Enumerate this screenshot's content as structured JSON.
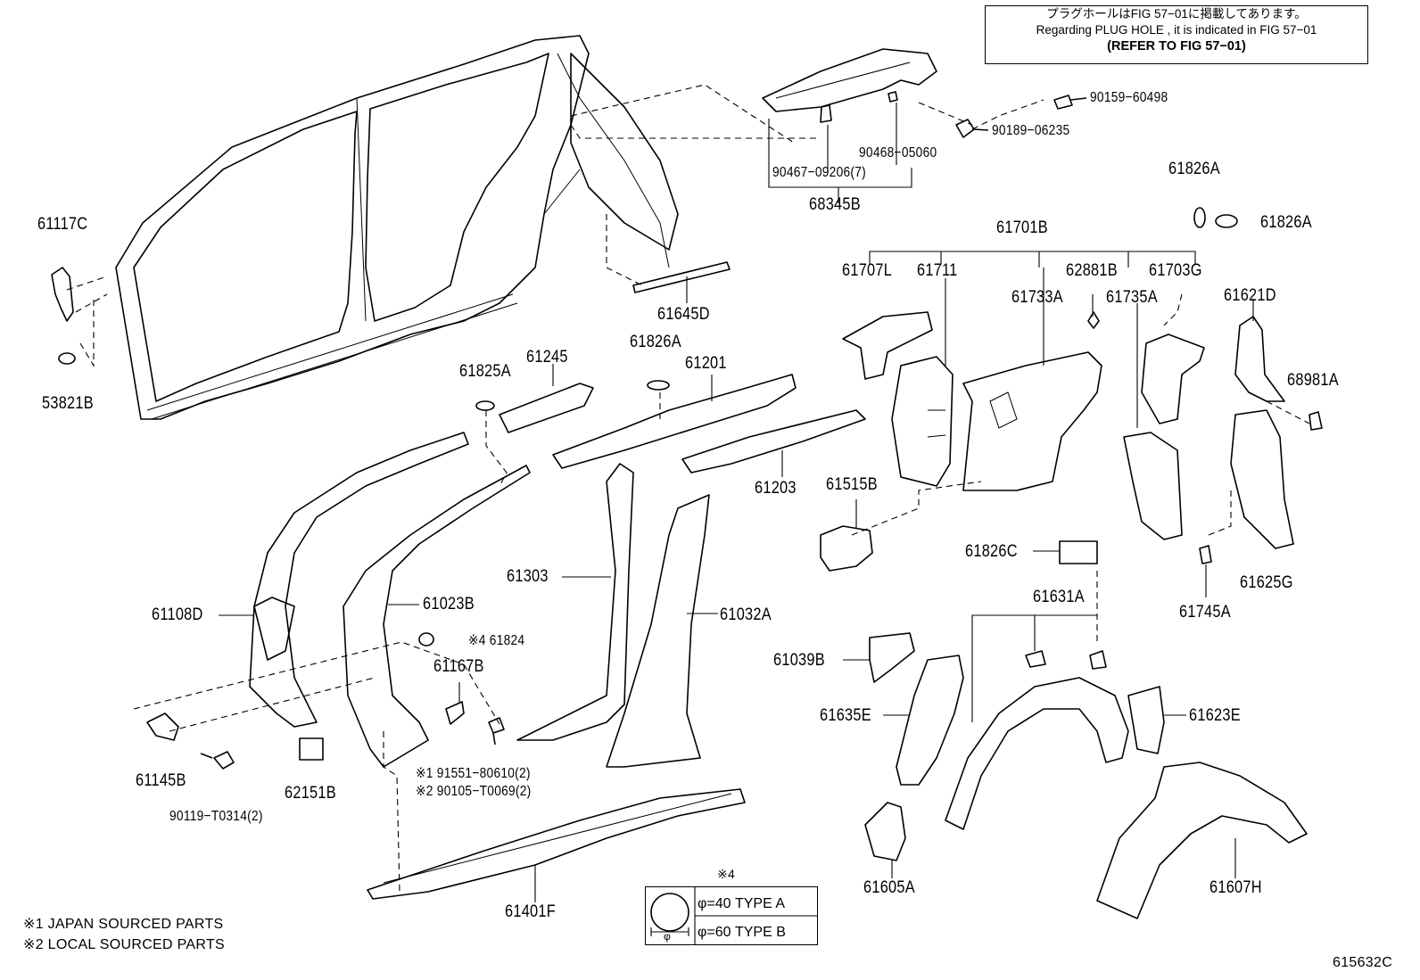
{
  "header_note": {
    "line_jp": "プラグホールはFIG 57−01に掲載してあります。",
    "line_en": "Regarding PLUG HOLE , it is indicated in FIG 57−01",
    "line_ref": "(REFER TO FIG 57−01)"
  },
  "part_labels": [
    {
      "id": "61117C",
      "text": "61117C"
    },
    {
      "id": "53821B",
      "text": "53821B"
    },
    {
      "id": "68345B",
      "text": "68345B"
    },
    {
      "id": "90467-09206",
      "text": "90467−09206(7)"
    },
    {
      "id": "90468-05060",
      "text": "90468−05060"
    },
    {
      "id": "90159-60498",
      "text": "90159−60498"
    },
    {
      "id": "90189-06235",
      "text": "90189−06235"
    },
    {
      "id": "61826A-1",
      "text": "61826A"
    },
    {
      "id": "61826A-2",
      "text": "61826A"
    },
    {
      "id": "61701B",
      "text": "61701B"
    },
    {
      "id": "61707L",
      "text": "61707L"
    },
    {
      "id": "61711",
      "text": "61711"
    },
    {
      "id": "62881B",
      "text": "62881B"
    },
    {
      "id": "61703G",
      "text": "61703G"
    },
    {
      "id": "61733A",
      "text": "61733A"
    },
    {
      "id": "61735A",
      "text": "61735A"
    },
    {
      "id": "61621D",
      "text": "61621D"
    },
    {
      "id": "68981A",
      "text": "68981A"
    },
    {
      "id": "61645D",
      "text": "61645D"
    },
    {
      "id": "61826A-3",
      "text": "61826A"
    },
    {
      "id": "61245",
      "text": "61245"
    },
    {
      "id": "61825A",
      "text": "61825A"
    },
    {
      "id": "61201",
      "text": "61201"
    },
    {
      "id": "61203",
      "text": "61203"
    },
    {
      "id": "61515B",
      "text": "61515B"
    },
    {
      "id": "61826C",
      "text": "61826C"
    },
    {
      "id": "61625G",
      "text": "61625G"
    },
    {
      "id": "61745A",
      "text": "61745A"
    },
    {
      "id": "61303",
      "text": "61303"
    },
    {
      "id": "61108D",
      "text": "61108D"
    },
    {
      "id": "61023B",
      "text": "61023B"
    },
    {
      "id": "61824",
      "text": "※4 61824"
    },
    {
      "id": "61167B",
      "text": "61167B"
    },
    {
      "id": "61032A",
      "text": "61032A"
    },
    {
      "id": "61631A",
      "text": "61631A"
    },
    {
      "id": "61039B",
      "text": "61039B"
    },
    {
      "id": "61635E",
      "text": "61635E"
    },
    {
      "id": "61623E",
      "text": "61623E"
    },
    {
      "id": "61145B",
      "text": "61145B"
    },
    {
      "id": "62151B",
      "text": "62151B"
    },
    {
      "id": "91551-80610",
      "text": "※1 91551−80610(2)"
    },
    {
      "id": "90105-T0069",
      "text": "※2 90105−T0069(2)"
    },
    {
      "id": "90119-T0314",
      "text": "90119−T0314(2)"
    },
    {
      "id": "61605A",
      "text": "61605A"
    },
    {
      "id": "61607H",
      "text": "61607H"
    },
    {
      "id": "61401F",
      "text": "61401F"
    }
  ],
  "type_table": {
    "note_mark": "※4",
    "symbol": "φ",
    "row_a": "φ=40  TYPE A",
    "row_b": "φ=60  TYPE B"
  },
  "legend": {
    "item1": "※1 JAPAN SOURCED PARTS",
    "item2": "※2 LOCAL SOURCED PARTS"
  },
  "figure_id": "615632C"
}
